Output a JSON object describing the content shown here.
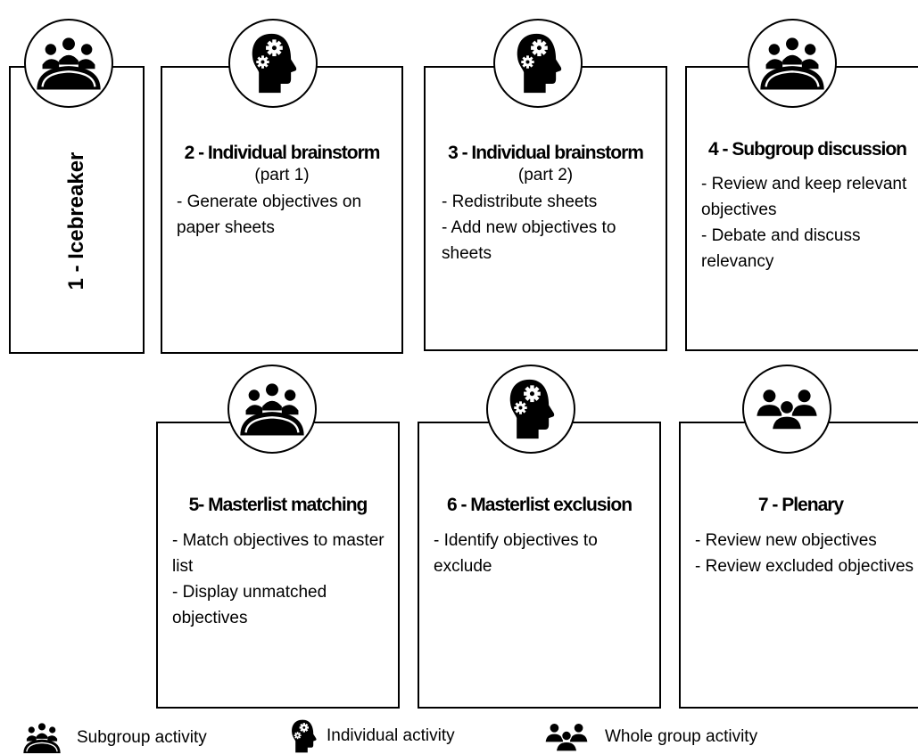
{
  "steps": [
    {
      "title": "1 - Icebreaker",
      "icon": "subgroup-icon"
    },
    {
      "title": "2 - Individual brainstorm",
      "subtitle": "(part 1)",
      "bullets": [
        "- Generate objectives on paper sheets"
      ],
      "icon": "individual-icon"
    },
    {
      "title": "3 - Individual brainstorm",
      "subtitle": "(part 2)",
      "bullets": [
        "- Redistribute sheets",
        "- Add new objectives to sheets"
      ],
      "icon": "individual-icon"
    },
    {
      "title": "4 - Subgroup discussion",
      "bullets": [
        "- Review and keep relevant objectives",
        "- Debate and discuss relevancy"
      ],
      "icon": "subgroup-icon"
    },
    {
      "title": "5- Masterlist matching",
      "bullets": [
        "- Match objectives to master list",
        "- Display unmatched objectives"
      ],
      "icon": "subgroup-icon"
    },
    {
      "title": "6 - Masterlist exclusion",
      "bullets": [
        "- Identify objectives to exclude"
      ],
      "icon": "individual-icon"
    },
    {
      "title": "7 - Plenary",
      "bullets": [
        "- Review new objectives",
        "- Review excluded objectives"
      ],
      "icon": "whole-group-icon"
    }
  ],
  "legend": [
    {
      "label": "Subgroup activity",
      "icon": "subgroup-icon"
    },
    {
      "label": "Individual activity",
      "icon": "individual-icon"
    },
    {
      "label": "Whole group activity",
      "icon": "whole-group-icon"
    }
  ]
}
